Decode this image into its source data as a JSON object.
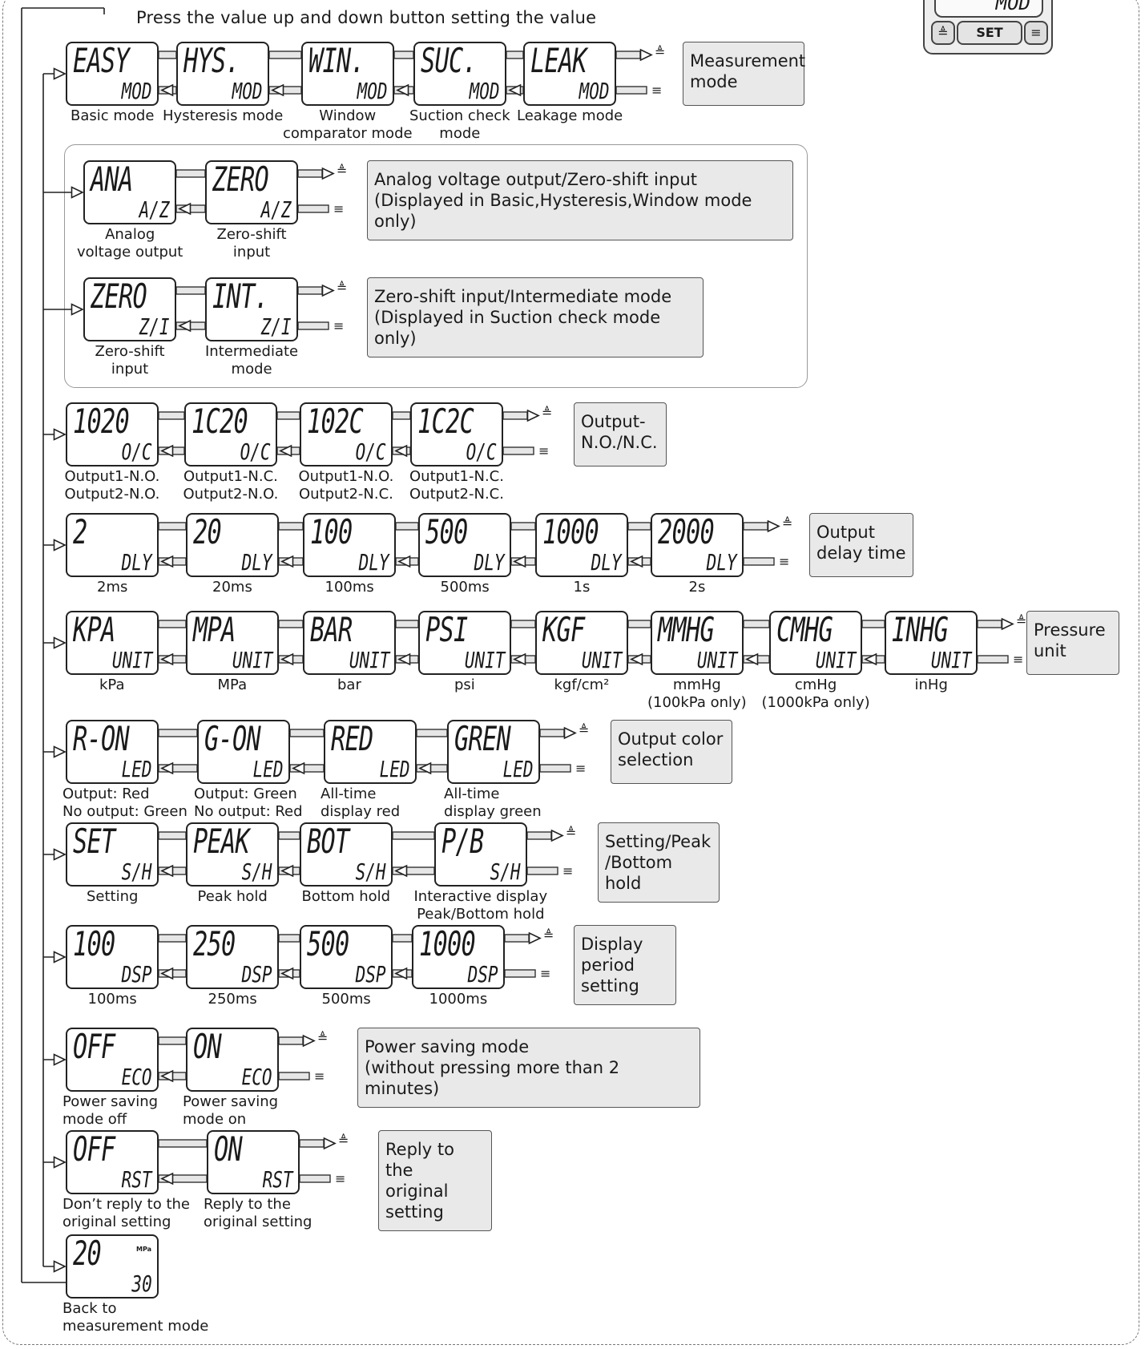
{
  "instruction": "Press the value up and down button setting the value",
  "device": {
    "screen_text": "MOD",
    "set_label": "SET",
    "up_icon": "up-button-icon",
    "down_icon": "down-button-icon"
  },
  "rows": [
    {
      "id": "mod",
      "items": [
        {
          "top": "EASY",
          "bot": "MOD",
          "label": [
            "Basic mode"
          ]
        },
        {
          "top": "HYS.",
          "bot": "MOD",
          "label": [
            "Hysteresis mode"
          ]
        },
        {
          "top": "WIN.",
          "bot": "MOD",
          "label": [
            "Window",
            "comparator mode"
          ]
        },
        {
          "top": "SUC.",
          "bot": "MOD",
          "label": [
            "Suction check",
            "mode"
          ]
        },
        {
          "top": "LEAK",
          "bot": "MOD",
          "label": [
            "Leakage mode"
          ]
        }
      ],
      "info": [
        "Measurement",
        "mode"
      ]
    },
    {
      "id": "az",
      "items": [
        {
          "top": "ANA",
          "bot": "A/Z",
          "label": [
            "Analog",
            "voltage output"
          ]
        },
        {
          "top": "ZERO",
          "bot": "A/Z",
          "label": [
            "Zero-shift",
            "input"
          ]
        }
      ],
      "info": [
        "Analog voltage output/Zero-shift input",
        "(Displayed in Basic,Hysteresis,Window mode only)"
      ]
    },
    {
      "id": "zi",
      "items": [
        {
          "top": "ZERO",
          "bot": "Z/I",
          "label": [
            "Zero-shift",
            "input"
          ]
        },
        {
          "top": "INT.",
          "bot": "Z/I",
          "label": [
            "Intermediate",
            "mode"
          ]
        }
      ],
      "info": [
        "Zero-shift input/Intermediate mode",
        "(Displayed in Suction check mode only)"
      ]
    },
    {
      "id": "oc",
      "items": [
        {
          "top": "1020",
          "bot": "O/C",
          "label": [
            "Output1-N.O.",
            "Output2-N.O."
          ]
        },
        {
          "top": "1C20",
          "bot": "O/C",
          "label": [
            "Output1-N.C.",
            "Output2-N.O."
          ]
        },
        {
          "top": "102C",
          "bot": "O/C",
          "label": [
            "Output1-N.O.",
            "Output2-N.C."
          ]
        },
        {
          "top": "1C2C",
          "bot": "O/C",
          "label": [
            "Output1-N.C.",
            "Output2-N.C."
          ]
        }
      ],
      "info": [
        "Output-",
        "N.O./N.C."
      ]
    },
    {
      "id": "dly",
      "items": [
        {
          "top": "2",
          "bot": "DLY",
          "label": [
            "2ms"
          ]
        },
        {
          "top": "20",
          "bot": "DLY",
          "label": [
            "20ms"
          ]
        },
        {
          "top": "100",
          "bot": "DLY",
          "label": [
            "100ms"
          ]
        },
        {
          "top": "500",
          "bot": "DLY",
          "label": [
            "500ms"
          ]
        },
        {
          "top": "1000",
          "bot": "DLY",
          "label": [
            "1s"
          ]
        },
        {
          "top": "2000",
          "bot": "DLY",
          "label": [
            "2s"
          ]
        }
      ],
      "info": [
        "Output",
        "delay time"
      ]
    },
    {
      "id": "unit",
      "items": [
        {
          "top": "KPA",
          "bot": "UNIT",
          "label": [
            "kPa"
          ]
        },
        {
          "top": "MPA",
          "bot": "UNIT",
          "label": [
            "MPa"
          ]
        },
        {
          "top": "BAR",
          "bot": "UNIT",
          "label": [
            "bar"
          ]
        },
        {
          "top": "PSI",
          "bot": "UNIT",
          "label": [
            "psi"
          ]
        },
        {
          "top": "KGF",
          "bot": "UNIT",
          "label": [
            "kgf/cm²"
          ]
        },
        {
          "top": "MMHG",
          "bot": "UNIT",
          "label": [
            "mmHg",
            "(100kPa only)"
          ]
        },
        {
          "top": "CMHG",
          "bot": "UNIT",
          "label": [
            "cmHg",
            "(1000kPa only)"
          ]
        },
        {
          "top": "INHG",
          "bot": "UNIT",
          "label": [
            "inHg"
          ]
        }
      ],
      "info": [
        "Pressure",
        "unit"
      ]
    },
    {
      "id": "led",
      "items": [
        {
          "top": "R-ON",
          "bot": "LED",
          "label": [
            "Output: Red",
            "No output: Green"
          ]
        },
        {
          "top": "G-ON",
          "bot": "LED",
          "label": [
            "Output: Green",
            "No output: Red"
          ]
        },
        {
          "top": "RED",
          "bot": "LED",
          "label": [
            "All-time",
            "display red"
          ]
        },
        {
          "top": "GREN",
          "bot": "LED",
          "label": [
            "All-time",
            "display green"
          ]
        }
      ],
      "info": [
        "Output color",
        "selection"
      ]
    },
    {
      "id": "sh",
      "items": [
        {
          "top": "SET",
          "bot": "S/H",
          "label": [
            "Setting"
          ]
        },
        {
          "top": "PEAK",
          "bot": "S/H",
          "label": [
            "Peak hold"
          ]
        },
        {
          "top": "BOT",
          "bot": "S/H",
          "label": [
            "Bottom hold"
          ]
        },
        {
          "top": "P/B",
          "bot": "S/H",
          "label": [
            "Interactive display",
            "Peak/Bottom hold"
          ]
        }
      ],
      "info": [
        "Setting/Peak",
        "/Bottom hold"
      ]
    },
    {
      "id": "dsp",
      "items": [
        {
          "top": "100",
          "bot": "DSP",
          "label": [
            "100ms"
          ]
        },
        {
          "top": "250",
          "bot": "DSP",
          "label": [
            "250ms"
          ]
        },
        {
          "top": "500",
          "bot": "DSP",
          "label": [
            "500ms"
          ]
        },
        {
          "top": "1000",
          "bot": "DSP",
          "label": [
            "1000ms"
          ]
        }
      ],
      "info": [
        "Display period",
        "setting"
      ]
    },
    {
      "id": "eco",
      "items": [
        {
          "top": "OFF",
          "bot": "ECO",
          "label": [
            "Power saving",
            "mode off"
          ]
        },
        {
          "top": "ON",
          "bot": "ECO",
          "label": [
            "Power saving",
            "mode on"
          ]
        }
      ],
      "info": [
        "Power saving mode",
        "(without pressing more than 2 minutes)"
      ]
    },
    {
      "id": "rst",
      "items": [
        {
          "top": "OFF",
          "bot": "RST",
          "label": [
            "Don’t reply to the",
            "original setting"
          ]
        },
        {
          "top": "ON",
          "bot": "RST",
          "label": [
            "Reply to the",
            "original setting"
          ]
        }
      ],
      "info": [
        "Reply to the",
        "original setting"
      ]
    },
    {
      "id": "back",
      "items": [
        {
          "top": "20",
          "bot": "30",
          "unit": "MPa",
          "label": [
            "Back to",
            "measurement mode"
          ]
        }
      ],
      "info": []
    }
  ]
}
